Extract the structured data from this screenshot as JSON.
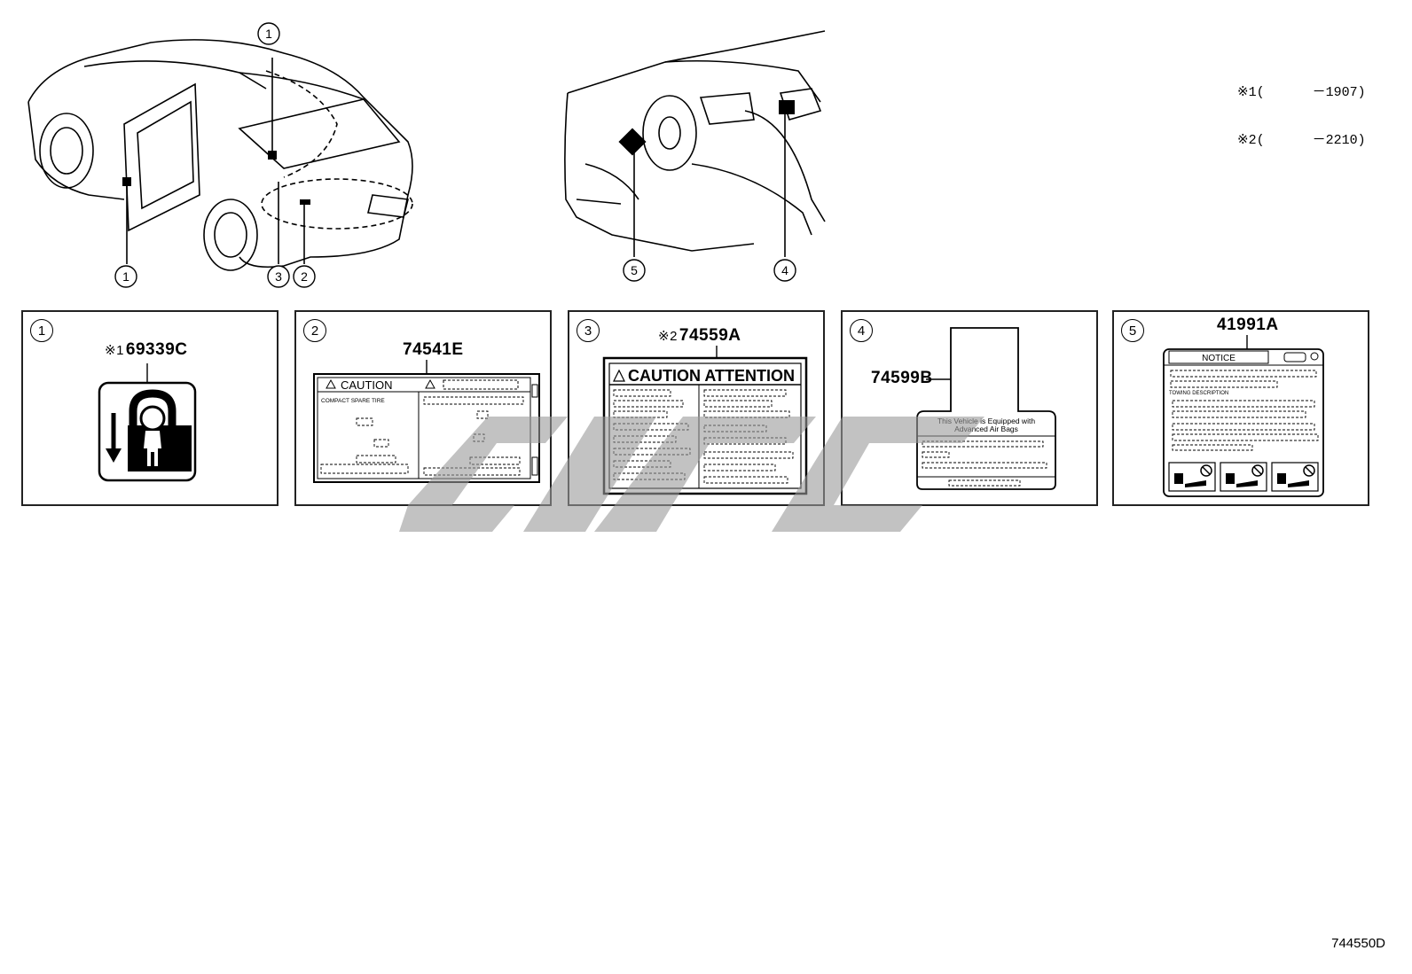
{
  "notes": [
    "※1(      －1907)",
    "※2(      －2210)"
  ],
  "figure_number": "744550D",
  "overview_callouts": {
    "car": [
      "1",
      "1",
      "3",
      "2"
    ],
    "dash": [
      "5",
      "4"
    ]
  },
  "panels": [
    {
      "num": "1",
      "mark": "※1",
      "part": "69339C"
    },
    {
      "num": "2",
      "mark": "",
      "part": "74541E",
      "heading": "CAUTION",
      "subtext": "COMPACT SPARE TIRE"
    },
    {
      "num": "3",
      "mark": "※2",
      "part": "74559A",
      "heading": "CAUTION  ATTENTION"
    },
    {
      "num": "4",
      "mark": "",
      "part": "74599B",
      "line1": "This Vehicle is Equipped with",
      "line2": "Advanced Air Bags"
    },
    {
      "num": "5",
      "mark": "",
      "part": "41991A",
      "heading": "NOTICE",
      "subtext": "TOWING DESCRIPTION"
    }
  ]
}
